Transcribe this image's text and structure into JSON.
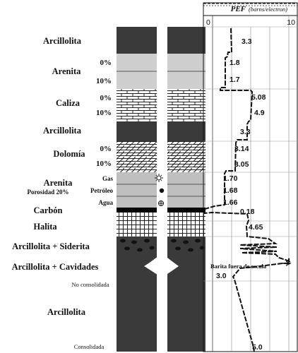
{
  "track": {
    "title": "PEF",
    "unit": "(barns/electron)",
    "tick_min": "0",
    "tick_max": "10"
  },
  "lithologies": [
    {
      "label": "Arcillolita"
    },
    {
      "label": "Arenita",
      "sub_top": "0%",
      "sub_bot": "10%"
    },
    {
      "label": "Caliza",
      "sub_top": "0%",
      "sub_bot": "10%"
    },
    {
      "label": "Arcillolita"
    },
    {
      "label": "Dolomía",
      "sub_top": "0%",
      "sub_bot": "10%"
    },
    {
      "label": "Arenita",
      "sub_label": "Porosidad 20%",
      "fluids": [
        "Gas",
        "Petróleo",
        "Agua"
      ]
    },
    {
      "label": "Carbón"
    },
    {
      "label": "Halita"
    },
    {
      "label": "Arcillolita + Siderita"
    },
    {
      "label": "Arcillolita + Cavidades"
    },
    {
      "label": "Arcillolita",
      "sub_top": "No consolidada",
      "sub_bot": "Consolidada"
    }
  ],
  "fluid_symbols": [
    "sun-icon",
    "filled-dot-icon",
    "circle-plus-icon"
  ],
  "pef_values": [
    "3.3",
    "1.8",
    "1.7",
    "5.08",
    "4.9",
    "3.3",
    "3.14",
    "3.05",
    "1.70",
    "1.68",
    "1.66",
    "0.18",
    "4.65",
    "3.0",
    "5.0"
  ],
  "annotation": "Barita fuera de escala",
  "colors": {
    "shale": "#3a3a3a",
    "sand": "#cfcfcf",
    "coal": "#000000"
  }
}
